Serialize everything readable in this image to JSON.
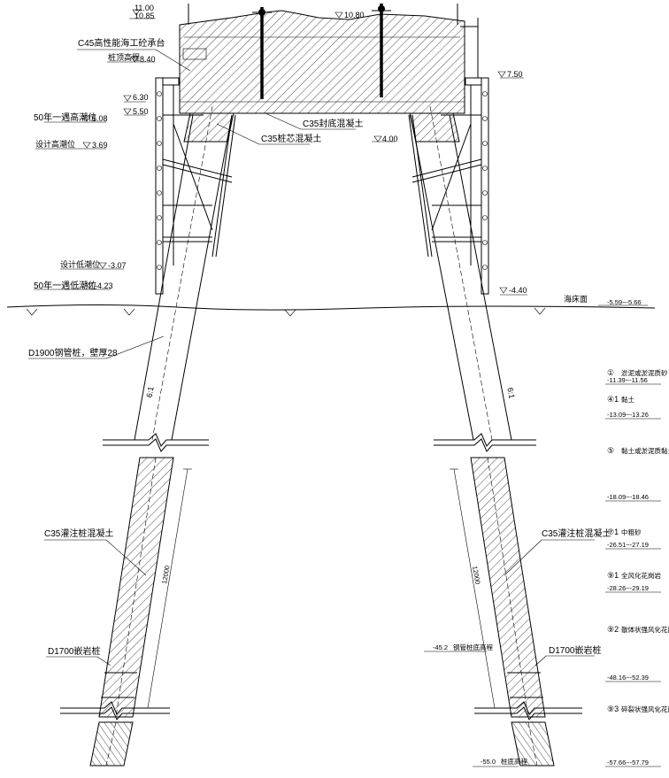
{
  "labels": {
    "cap_concrete": "C45高性能海工砼承台",
    "pile_top": "桩顶高程",
    "high_tide_50": "50年一遇高潮位",
    "design_high": "设计高潮位",
    "seal_concrete": "C35封底混凝土",
    "core_concrete": "C35桩芯混凝土",
    "design_low": "设计低潮位",
    "low_tide_50": "50年一遇低潮位",
    "seabed": "海床面",
    "steel_pile": "D1900钢管桩，壁厚28",
    "slope_left": "6:1",
    "slope_right": "6:1",
    "cast_concrete_left": "C35灌注桩混凝土",
    "cast_concrete_right": "C35灌注桩混凝土",
    "length_left": "12000",
    "length_right": "12000",
    "socket_pile_left": "D1700嵌岩桩",
    "socket_pile_right": "D1700嵌岩桩",
    "steel_tip": "钢管桩底高程",
    "pile_bottom": "桩底高程"
  },
  "elevations": {
    "e_11_00": "11.00",
    "e_10_85": "10.85",
    "e_10_80": "10.80",
    "e_8_40": "8.40",
    "e_7_50": "7.50",
    "e_6_30": "6.30",
    "e_5_50": "5.50",
    "e_5_08": "5.08",
    "e_4_00": "4.00",
    "e_3_69": "3.69",
    "e_m3_07": "-3.07",
    "e_m4_23": "-4.23",
    "e_m4_40": "-4.40",
    "e_seabed": "-5.59~-5.66",
    "e_steel_tip": "-45.2",
    "e_pile_bottom": "-55.0"
  },
  "strata": [
    {
      "num": "①",
      "name": "淤泥或淤泥质砂",
      "range": "-11.39~-11.56"
    },
    {
      "num": "④1",
      "name": "黏土",
      "range": "-13.09~-13.26"
    },
    {
      "num": "⑤",
      "name": "黏土或淤泥质黏土",
      "range": "-18.09~-18.46"
    },
    {
      "num": "⑦1",
      "name": "中粗砂",
      "range": "-26.51~-27.19"
    },
    {
      "num": "⑨1",
      "name": "全风化花岗岩",
      "range": "-28.26~-29.19"
    },
    {
      "num": "⑨2",
      "name": "散体状强风化花岗岩",
      "range": "-48.16~-52.39"
    },
    {
      "num": "⑨3",
      "name": "碎裂状强风化花岗岩",
      "range": "-57.66~-57.79"
    }
  ]
}
